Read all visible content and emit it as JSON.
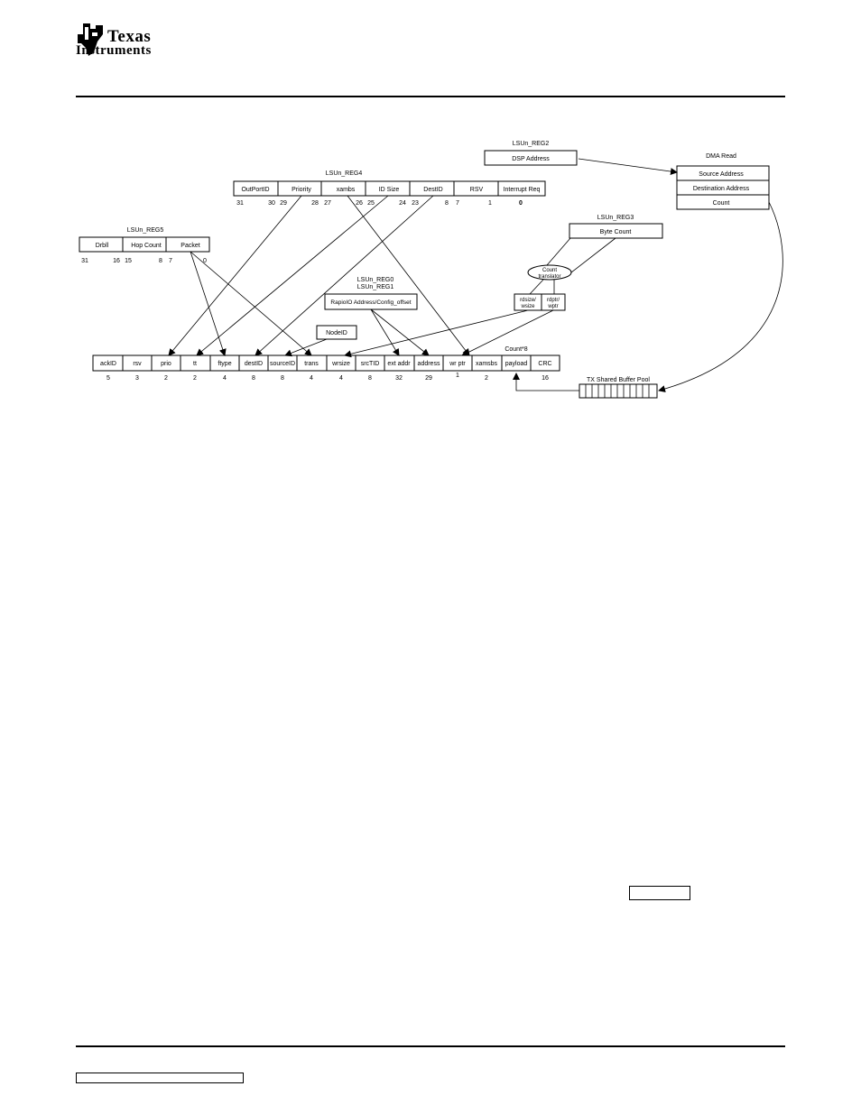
{
  "header": {
    "logo_line1": "Texas",
    "logo_line2": "Instruments"
  },
  "diagram": {
    "reg2": {
      "label": "LSUn_REG2",
      "field": "DSP Address"
    },
    "dma": {
      "title": "DMA Read",
      "fields": [
        "Source Address",
        "Destination Address",
        "Count"
      ]
    },
    "reg4": {
      "label": "LSUn_REG4",
      "fields": [
        "OutPortID",
        "Priority",
        "xambs",
        "ID Size",
        "DestID",
        "RSV",
        "Interrupt Req"
      ],
      "bits": [
        "31",
        "30",
        "29",
        "28",
        "27",
        "26",
        "25",
        "24",
        "23",
        "8",
        "7",
        "1",
        "0"
      ]
    },
    "reg5": {
      "label": "LSUn_REG5",
      "fields": [
        "Drbll",
        "Hop Count",
        "Packet"
      ],
      "bits": [
        "31",
        "16",
        "15",
        "8",
        "7",
        "0"
      ]
    },
    "reg3": {
      "label": "LSUn_REG3",
      "field": "Byte Count"
    },
    "count_translator": [
      "Count",
      "translator"
    ],
    "rdsize": [
      "rdsize/",
      "wsize"
    ],
    "rdptr": [
      "rdptr/",
      "wptr"
    ],
    "reg0": {
      "label1": "LSUn_REG0",
      "label2": "LSUn_REG1",
      "field": "RapioIO Address/Config_offset"
    },
    "nodeid": "NodeID",
    "count8": "Count*8",
    "packet": {
      "fields": [
        "ackID",
        "rsv",
        "prio",
        "tt",
        "ftype",
        "destID",
        "sourceID",
        "trans",
        "wrsize",
        "srcTID",
        "ext addr",
        "address",
        "wr ptr",
        "xamsbs",
        "payload",
        "CRC"
      ],
      "widths": [
        "5",
        "3",
        "2",
        "2",
        "4",
        "8",
        "8",
        "4",
        "4",
        "8",
        "32",
        "29",
        "1",
        "2",
        "",
        "16"
      ]
    },
    "tx_pool": "TX Shared Buffer Pool"
  }
}
